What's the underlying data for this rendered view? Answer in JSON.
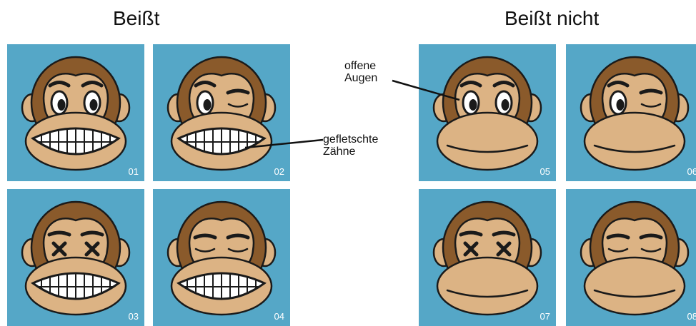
{
  "groups": {
    "bites": {
      "title": "Beißt"
    },
    "no_bite": {
      "title": "Beißt nicht"
    }
  },
  "tiles": [
    {
      "id": "01",
      "eyes": "open",
      "mouth": "teeth"
    },
    {
      "id": "02",
      "eyes": "wink",
      "mouth": "teeth"
    },
    {
      "id": "03",
      "eyes": "x",
      "mouth": "teeth"
    },
    {
      "id": "04",
      "eyes": "closed",
      "mouth": "teeth"
    },
    {
      "id": "05",
      "eyes": "open",
      "mouth": "closed"
    },
    {
      "id": "06",
      "eyes": "wink",
      "mouth": "closed"
    },
    {
      "id": "07",
      "eyes": "x",
      "mouth": "closed"
    },
    {
      "id": "08",
      "eyes": "closed",
      "mouth": "closed"
    }
  ],
  "callouts": {
    "eyes": {
      "line1": "offene",
      "line2": "Augen"
    },
    "teeth": {
      "line1": "gefletschte",
      "line2": "Zähne"
    }
  },
  "colors": {
    "tile_bg": "#55a7c7",
    "fur": "#8a5a2b",
    "skin": "#dcb384",
    "outline": "#1a1a1a",
    "teeth": "#ffffff"
  }
}
